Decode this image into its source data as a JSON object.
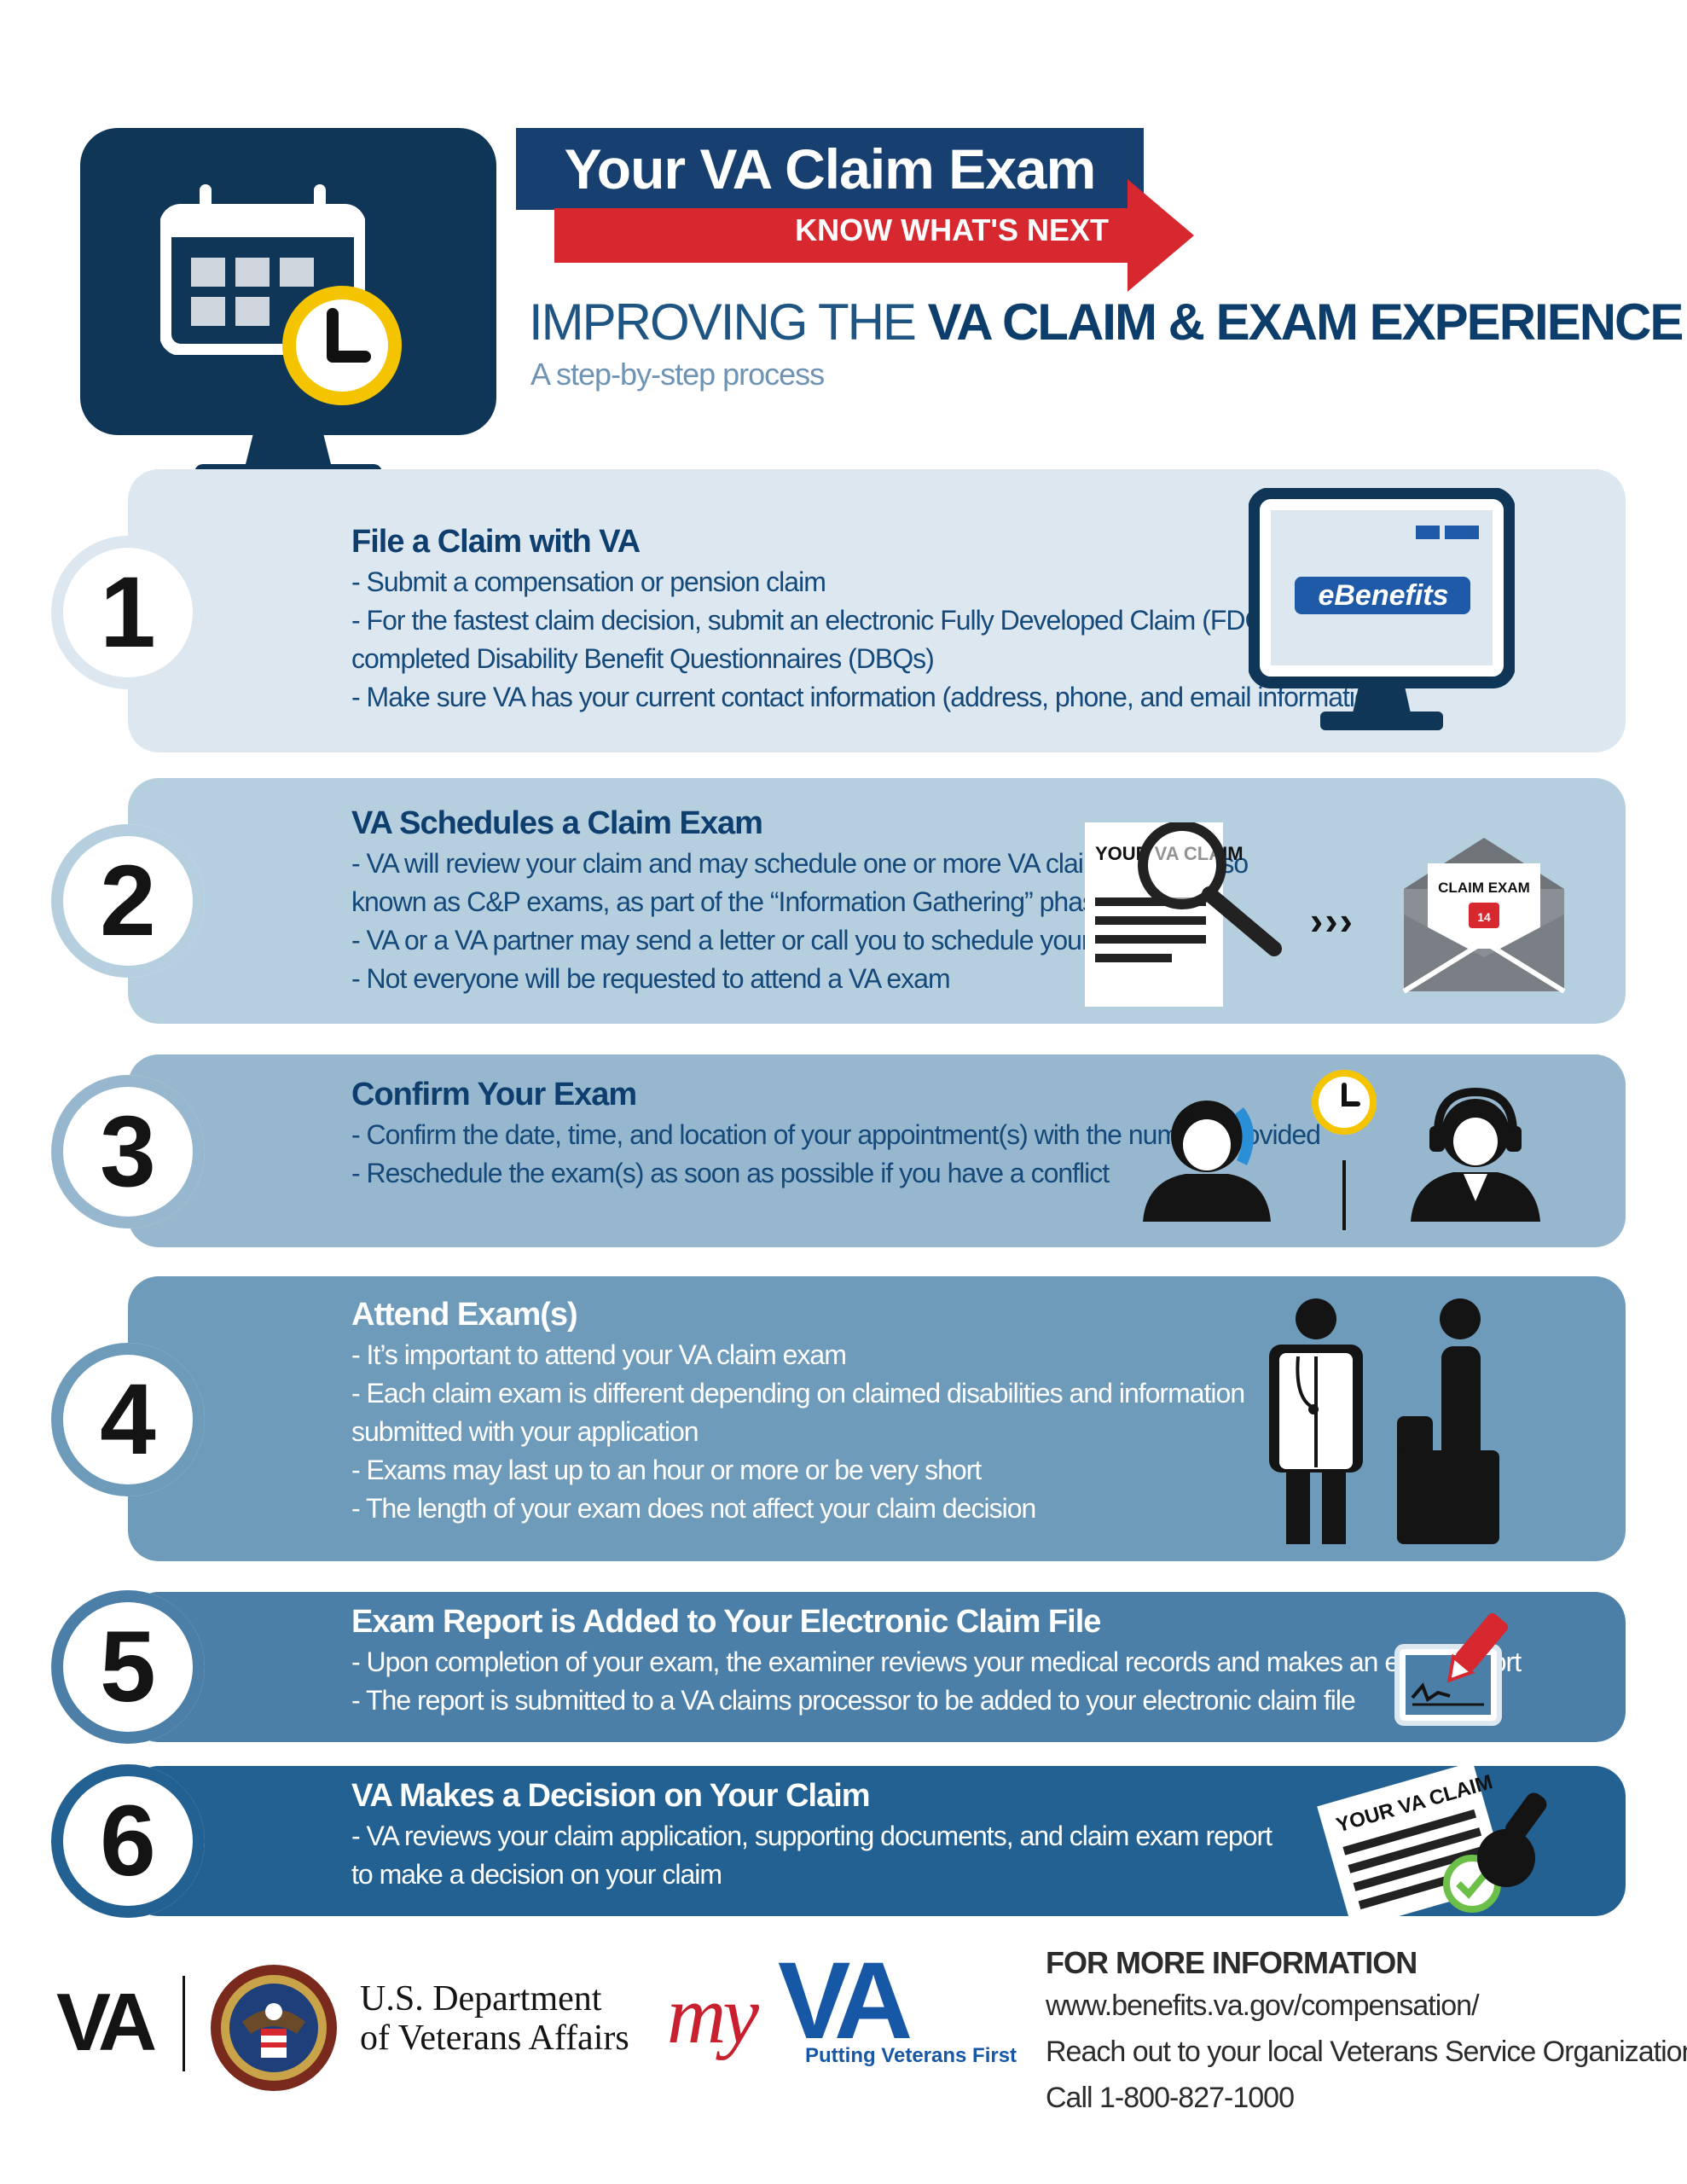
{
  "header": {
    "title": "Your VA Claim Exam",
    "subtitle": "KNOW WHAT'S NEXT",
    "headline_light": "IMPROVING THE ",
    "headline_bold": "VA CLAIM & EXAM EXPERIENCE",
    "tagline": "A step-by-step process"
  },
  "steps": [
    {
      "number": "1",
      "title": "File a Claim with VA",
      "lines": [
        "- Submit a compensation or pension claim",
        "- For the fastest claim decision, submit an electronic Fully Developed Claim (FDC) including",
        "completed Disability Benefit Questionnaires (DBQs)",
        "- Make sure VA has your current contact information (address, phone, and email information)"
      ],
      "icon_text": "eBenefits"
    },
    {
      "number": "2",
      "title": "VA Schedules a Claim Exam",
      "lines": [
        "- VA will review your claim and may schedule one or more VA claim exams, also",
        "  known as C&P exams, as part of the “Information Gathering” phase",
        "- VA or a VA partner may send a letter or call you to schedule your exam(s)",
        "- Not everyone will be requested to attend a VA exam"
      ],
      "icon_text": "YOUR VA CLAIM",
      "icon_text_2": "CLAIM EXAM",
      "icon_text_3": "14"
    },
    {
      "number": "3",
      "title": "Confirm Your Exam",
      "lines": [
        "- Confirm the date, time, and location of your appointment(s) with the number provided",
        "- Reschedule the exam(s) as soon as possible if you have a conflict"
      ]
    },
    {
      "number": "4",
      "title": "Attend Exam(s)",
      "lines": [
        "- It’s important to attend your VA claim exam",
        "- Each claim exam is different depending on claimed disabilities and information",
        "  submitted with your application",
        "- Exams may last up to an hour or more or be very short",
        "- The length of your exam does not affect your claim decision"
      ]
    },
    {
      "number": "5",
      "title": "Exam Report is Added to Your Electronic Claim File",
      "lines": [
        "- Upon completion of your exam, the examiner reviews your medical records and makes an exam report",
        "- The report is submitted to a VA claims processor to be added to your electronic claim file"
      ]
    },
    {
      "number": "6",
      "title": "VA Makes a Decision on Your Claim",
      "lines": [
        "- VA reviews your claim application, supporting documents, and claim exam report",
        "  to make a decision on your claim"
      ],
      "icon_text": "YOUR VA CLAIM"
    }
  ],
  "footer": {
    "va_logo": "VA",
    "dept_line1": "U.S. Department",
    "dept_line2": "of Veterans Affairs",
    "myva_my": "my",
    "myva_va": "VA",
    "myva_tagline": "Putting Veterans First",
    "info_heading": "FOR MORE INFORMATION",
    "info_lines": [
      "www.benefits.va.gov/compensation/",
      "Reach out to your local Veterans Service Organization",
      "Call 1-800-827-1000"
    ]
  },
  "colors": {
    "navy": "#0f3657",
    "banner_blue": "#173f6f",
    "banner_red": "#d7282f",
    "clock_yellow": "#f5c400",
    "step1_bg": "#dce7f0",
    "step2_bg": "#b6cfdf",
    "step3_bg": "#97b7ce",
    "step4_bg": "#6f9bbb",
    "step5_bg": "#4b7fa8",
    "step6_bg": "#236192",
    "myva_red": "#c9202f",
    "myva_blue": "#1657a6"
  },
  "icons": [
    "calendar-icon",
    "clock-icon",
    "computer-icon",
    "document-search-icon",
    "envelope-icon",
    "phone-caller-icon",
    "clock-small-icon",
    "headset-agent-icon",
    "doctor-icon",
    "seated-person-icon",
    "signed-report-icon",
    "approved-claim-icon",
    "va-seal-icon"
  ]
}
